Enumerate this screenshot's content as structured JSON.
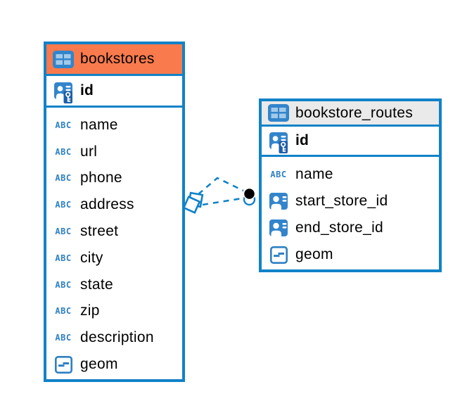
{
  "diagram": {
    "colors": {
      "canvas_bg": "#ffffff",
      "accent_blue": "#1182C8",
      "icon_blue": "#3285CB",
      "icon_cell_blue": "#A3C9E9",
      "icon_key_dark": "#1E5FA8",
      "icon_text_blue": "#2E80C4",
      "bookstores_header": "#F87A4D",
      "routes_header": "#EAEAEA",
      "text": "#000000",
      "connector_dot": "#000000"
    },
    "icon_glyphs": {
      "text": "ABC"
    },
    "tables": [
      {
        "name": "bookstores",
        "header_color": "#F87A4D",
        "primary_key": {
          "label": "id",
          "icon": "primary-key"
        },
        "columns": [
          {
            "label": "name",
            "icon": "text"
          },
          {
            "label": "url",
            "icon": "text"
          },
          {
            "label": "phone",
            "icon": "text"
          },
          {
            "label": "address",
            "icon": "text"
          },
          {
            "label": "street",
            "icon": "text"
          },
          {
            "label": "city",
            "icon": "text"
          },
          {
            "label": "state",
            "icon": "text"
          },
          {
            "label": "zip",
            "icon": "text"
          },
          {
            "label": "description",
            "icon": "text"
          },
          {
            "label": "geom",
            "icon": "geometry"
          }
        ]
      },
      {
        "name": "bookstore_routes",
        "header_color": "#EAEAEA",
        "primary_key": {
          "label": "id",
          "icon": "primary-key"
        },
        "columns": [
          {
            "label": "name",
            "icon": "text"
          },
          {
            "label": "start_store_id",
            "icon": "reference"
          },
          {
            "label": "end_store_id",
            "icon": "reference"
          },
          {
            "label": "geom",
            "icon": "geometry"
          }
        ]
      }
    ],
    "relationships": {
      "count": 2,
      "line_style": "dashed",
      "bookstores_end_marker": "diamond-pair",
      "routes_end_marker": "dot-pair"
    }
  }
}
